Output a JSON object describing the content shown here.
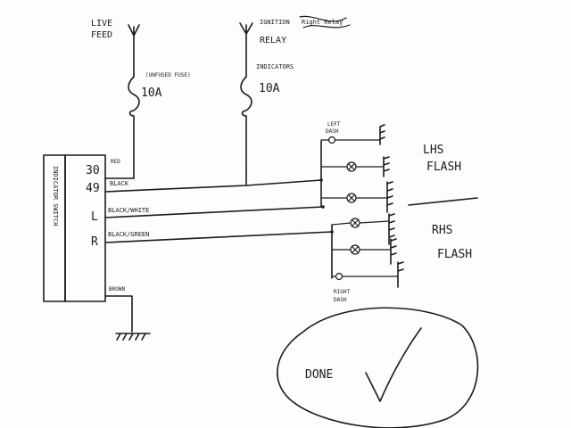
{
  "sources": {
    "live_feed": [
      "LIVE",
      "FEED"
    ],
    "ignition": [
      "IGNITION",
      "RELAY"
    ],
    "ignition_scribble": "Right Relay"
  },
  "fuses": {
    "left_note": "(UNFUSED FUSE)",
    "left_rating": "10A",
    "right_note": "INDICATORS",
    "right_rating": "10A"
  },
  "switch": {
    "vertical_label": "INDICATOR SWITCH",
    "terminals": [
      "30",
      "49",
      "L",
      "R"
    ]
  },
  "wires": {
    "red": "RED",
    "black": "BLACK",
    "black_white": "BLACK/WHITE",
    "black_green": "BLACK/GREEN",
    "brown": "BROWN"
  },
  "lamps": {
    "left_dash": [
      "LEFT",
      "DASH"
    ],
    "right_dash": [
      "RIGHT",
      "DASH"
    ]
  },
  "groups": {
    "lhs": [
      "LHS",
      "FLASH"
    ],
    "rhs": [
      "RHS",
      "FLASH"
    ]
  },
  "stamp": "DONE"
}
